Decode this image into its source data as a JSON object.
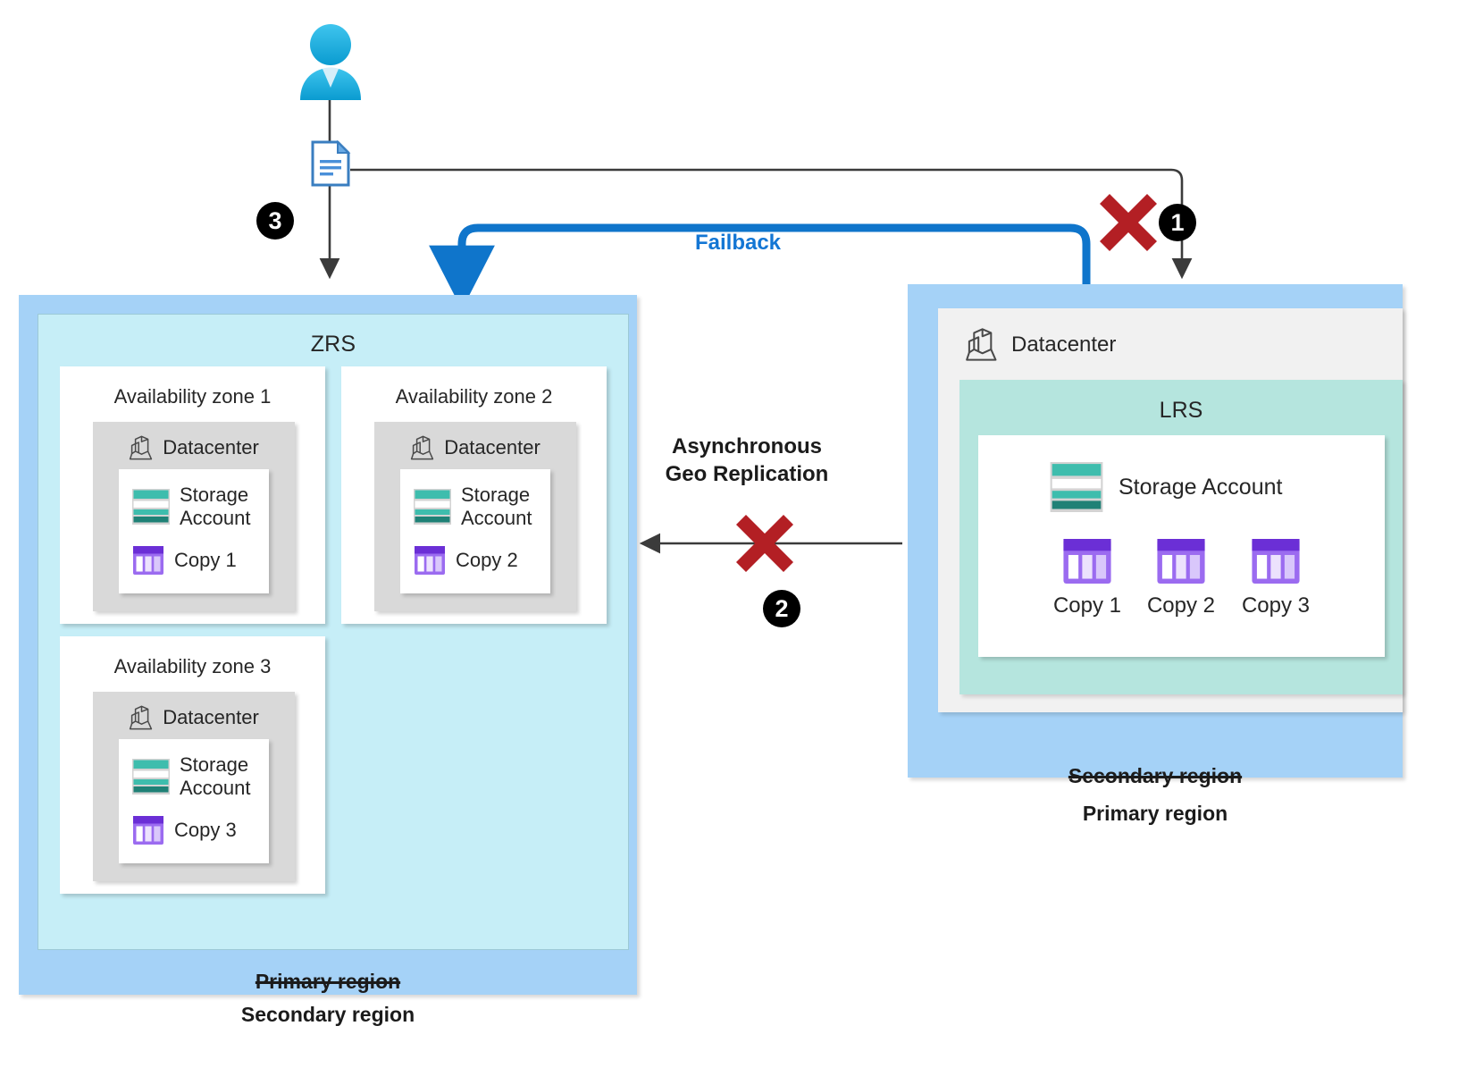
{
  "diagram": {
    "title": "Azure storage redundancy failover and failback: ZRS secondary promoted to primary",
    "colors": {
      "region_fill": "#a5d2f7",
      "zrs_fill": "#c6eef7",
      "lrs_fill": "#b5e5de",
      "datacenter_fill": "#d9d9d9",
      "dc_panel_fill": "#f1f1f1",
      "storage_teal": "#3ebdad",
      "storage_teal_dark": "#1f8176",
      "copy_purple_header": "#6b2fd6",
      "copy_purple_body": "#9b6bf0",
      "accent_blue": "#1376d4",
      "x_red": "#b31f24",
      "badge_black": "#000000",
      "connector_gray": "#3b3b3b"
    }
  },
  "user": {
    "icon": "user-avatar-icon",
    "document_icon": "document-icon"
  },
  "steps": [
    {
      "number": "1",
      "name": "primary-region-outage"
    },
    {
      "number": "2",
      "name": "geo-replication-broken"
    },
    {
      "number": "3",
      "name": "writes-redirected-to-zrs"
    }
  ],
  "annotations": {
    "failback": "Failback",
    "geo_replication": "Asynchronous\nGeo Replication",
    "failure_marker": "x-mark-icon"
  },
  "left_region": {
    "name": "zrs-region",
    "zrs_label": "ZRS",
    "caption_strikethrough": "Primary region",
    "caption_current": "Secondary region",
    "zones": [
      {
        "zone_label": "Availability zone 1",
        "datacenter_label": "Datacenter",
        "storage_account_label": "Storage\nAccount",
        "copy_label": "Copy 1"
      },
      {
        "zone_label": "Availability zone 2",
        "datacenter_label": "Datacenter",
        "storage_account_label": "Storage\nAccount",
        "copy_label": "Copy 2"
      },
      {
        "zone_label": "Availability zone 3",
        "datacenter_label": "Datacenter",
        "storage_account_label": "Storage\nAccount",
        "copy_label": "Copy 3"
      }
    ]
  },
  "right_region": {
    "name": "lrs-region",
    "datacenter_label": "Datacenter",
    "lrs_label": "LRS",
    "storage_account_label": "Storage Account",
    "copies": [
      {
        "label": "Copy 1"
      },
      {
        "label": "Copy 2"
      },
      {
        "label": "Copy 3"
      }
    ],
    "caption_strikethrough": "Secondary region",
    "caption_current": "Primary region"
  }
}
